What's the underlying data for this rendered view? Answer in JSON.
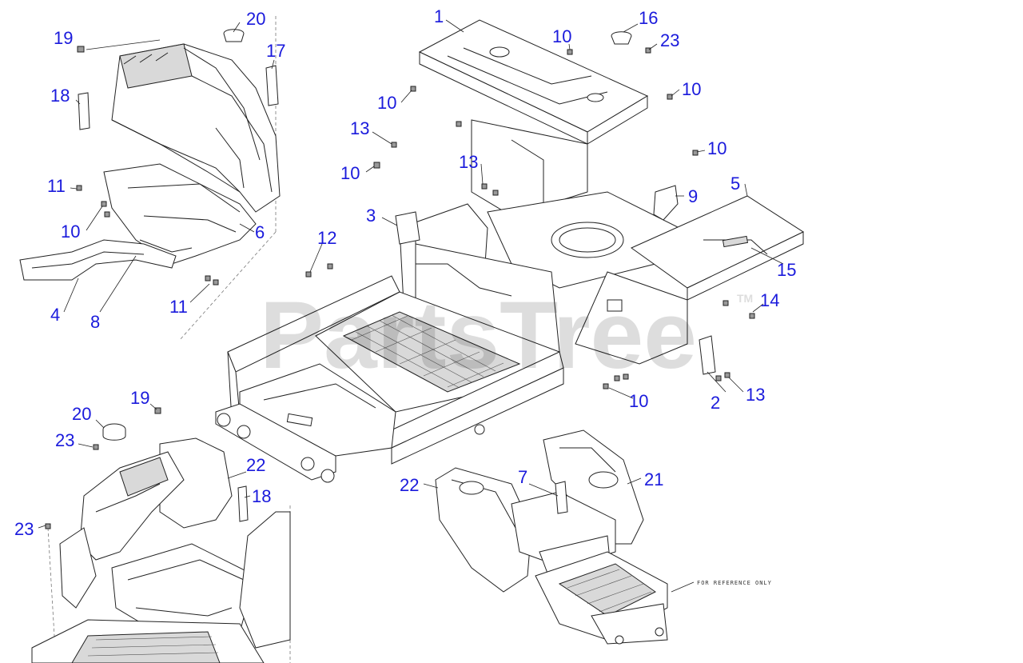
{
  "watermark": {
    "text": "PartsTree",
    "tm": "TM"
  },
  "note": "FOR REFERENCE ONLY",
  "callouts": [
    {
      "id": "c1",
      "label": "1"
    },
    {
      "id": "c2",
      "label": "2"
    },
    {
      "id": "c3",
      "label": "3"
    },
    {
      "id": "c4",
      "label": "4"
    },
    {
      "id": "c5",
      "label": "5"
    },
    {
      "id": "c6",
      "label": "6"
    },
    {
      "id": "c7",
      "label": "7"
    },
    {
      "id": "c8",
      "label": "8"
    },
    {
      "id": "c9",
      "label": "9"
    },
    {
      "id": "c10a",
      "label": "10"
    },
    {
      "id": "c10b",
      "label": "10"
    },
    {
      "id": "c10c",
      "label": "10"
    },
    {
      "id": "c10d",
      "label": "10"
    },
    {
      "id": "c10e",
      "label": "10"
    },
    {
      "id": "c10f",
      "label": "10"
    },
    {
      "id": "c10g",
      "label": "10"
    },
    {
      "id": "c11a",
      "label": "11"
    },
    {
      "id": "c11b",
      "label": "11"
    },
    {
      "id": "c12",
      "label": "12"
    },
    {
      "id": "c13a",
      "label": "13"
    },
    {
      "id": "c13b",
      "label": "13"
    },
    {
      "id": "c13c",
      "label": "13"
    },
    {
      "id": "c14",
      "label": "14"
    },
    {
      "id": "c15",
      "label": "15"
    },
    {
      "id": "c16",
      "label": "16"
    },
    {
      "id": "c17",
      "label": "17"
    },
    {
      "id": "c18a",
      "label": "18"
    },
    {
      "id": "c18b",
      "label": "18"
    },
    {
      "id": "c19a",
      "label": "19"
    },
    {
      "id": "c19b",
      "label": "19"
    },
    {
      "id": "c20a",
      "label": "20"
    },
    {
      "id": "c20b",
      "label": "20"
    },
    {
      "id": "c21",
      "label": "21"
    },
    {
      "id": "c22a",
      "label": "22"
    },
    {
      "id": "c22b",
      "label": "22"
    },
    {
      "id": "c23a",
      "label": "23"
    },
    {
      "id": "c23b",
      "label": "23"
    },
    {
      "id": "c23c",
      "label": "23"
    }
  ]
}
